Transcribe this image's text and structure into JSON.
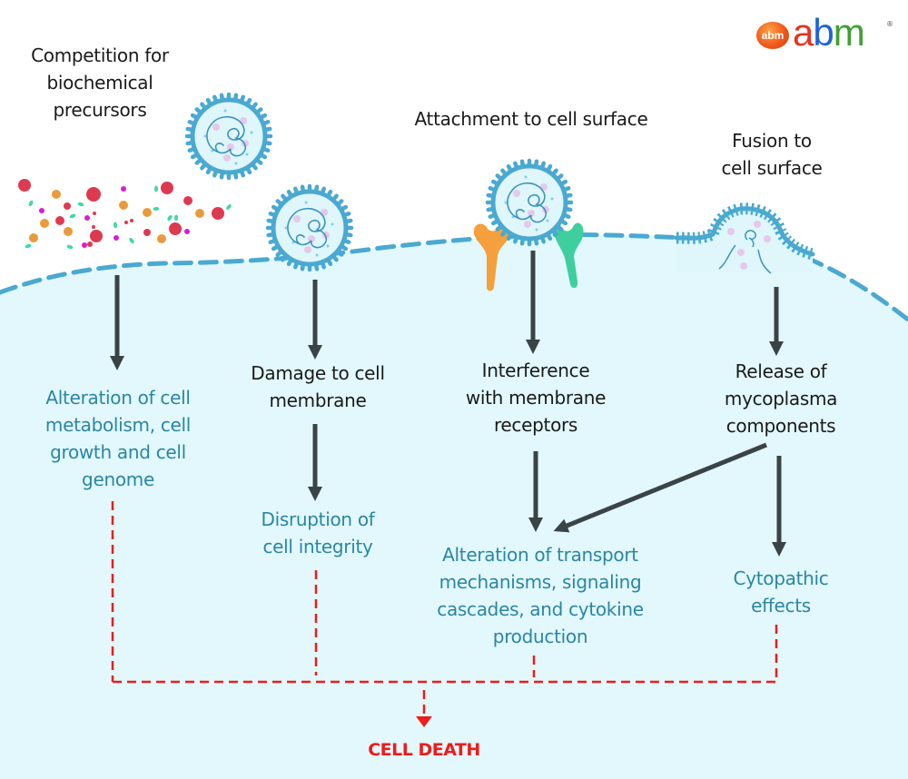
{
  "logo": {
    "badge": "abm",
    "letters": [
      "a",
      "b",
      "m"
    ],
    "registered": "®",
    "colors": {
      "a": "#e8321e",
      "b": "#1d63d8",
      "m": "#3da131",
      "badge": "#f05a1a"
    }
  },
  "mechanisms": {
    "competition": "Competition for\nbiochemical\nprecursors",
    "attachment": "Attachment to cell surface",
    "fusion": "Fusion to\ncell surface"
  },
  "effects": {
    "damage": "Damage to cell\nmembrane",
    "interference": "Interference\nwith membrane\nreceptors",
    "release": "Release of\nmycoplasma\ncomponents"
  },
  "outcomes": {
    "metabolism": "Alteration of cell\nmetabolism, cell\ngrowth and cell\ngenome",
    "integrity": "Disruption of\ncell integrity",
    "transport": "Alteration of transport\nmechanisms, signaling\ncascades, and cytokine\nproduction",
    "cytopathic": "Cytopathic\neffects"
  },
  "final": {
    "cell_death": "CELL DEATH"
  },
  "colors": {
    "cell_fill": "#e2f8fc",
    "membrane": "#4aa9d1",
    "arrow": "#3a4346",
    "outcome_text": "#2a86a4",
    "death_line": "#ee1c1c",
    "receptor_orange": "#f5a03c",
    "receptor_green": "#3fcf9e",
    "particle_red": "#de3a4f",
    "particle_orange": "#ea9a3c",
    "particle_magenta": "#d61ed1",
    "particle_teal": "#3fd9a4",
    "dot_pink": "#e6c8ec"
  }
}
